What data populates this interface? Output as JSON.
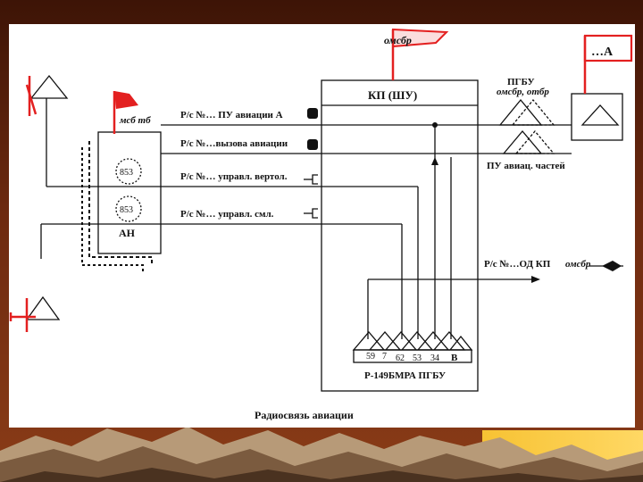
{
  "diagram": {
    "caption": "Радиосвязь авиации",
    "command_post": {
      "title": "КП (ШУ)",
      "flag_label": "омсбр"
    },
    "left_unit": {
      "flag_label": "мсб тб",
      "label": "АН",
      "circle_1": "853",
      "circle_2": "853"
    },
    "right_unit": {
      "flag_label": "…А"
    },
    "radio_links": [
      "Р/с №… ПУ авиации А",
      "Р/с №…вызова авиации",
      "Р/с №… управл. вертол.",
      "Р/с №… управл. смл."
    ],
    "pgbu": {
      "title": "ПГБУ",
      "subtitle": "омсбр, отбр",
      "bottom_label": "ПУ авиац. частей"
    },
    "od_link": {
      "label": "Р/с №…ОД КП",
      "target": "омсбр"
    },
    "station": {
      "name": "Р-149БМРА  ПГБУ",
      "channels": [
        "59",
        "7",
        "62",
        "53",
        "34"
      ],
      "letter": "В"
    }
  }
}
